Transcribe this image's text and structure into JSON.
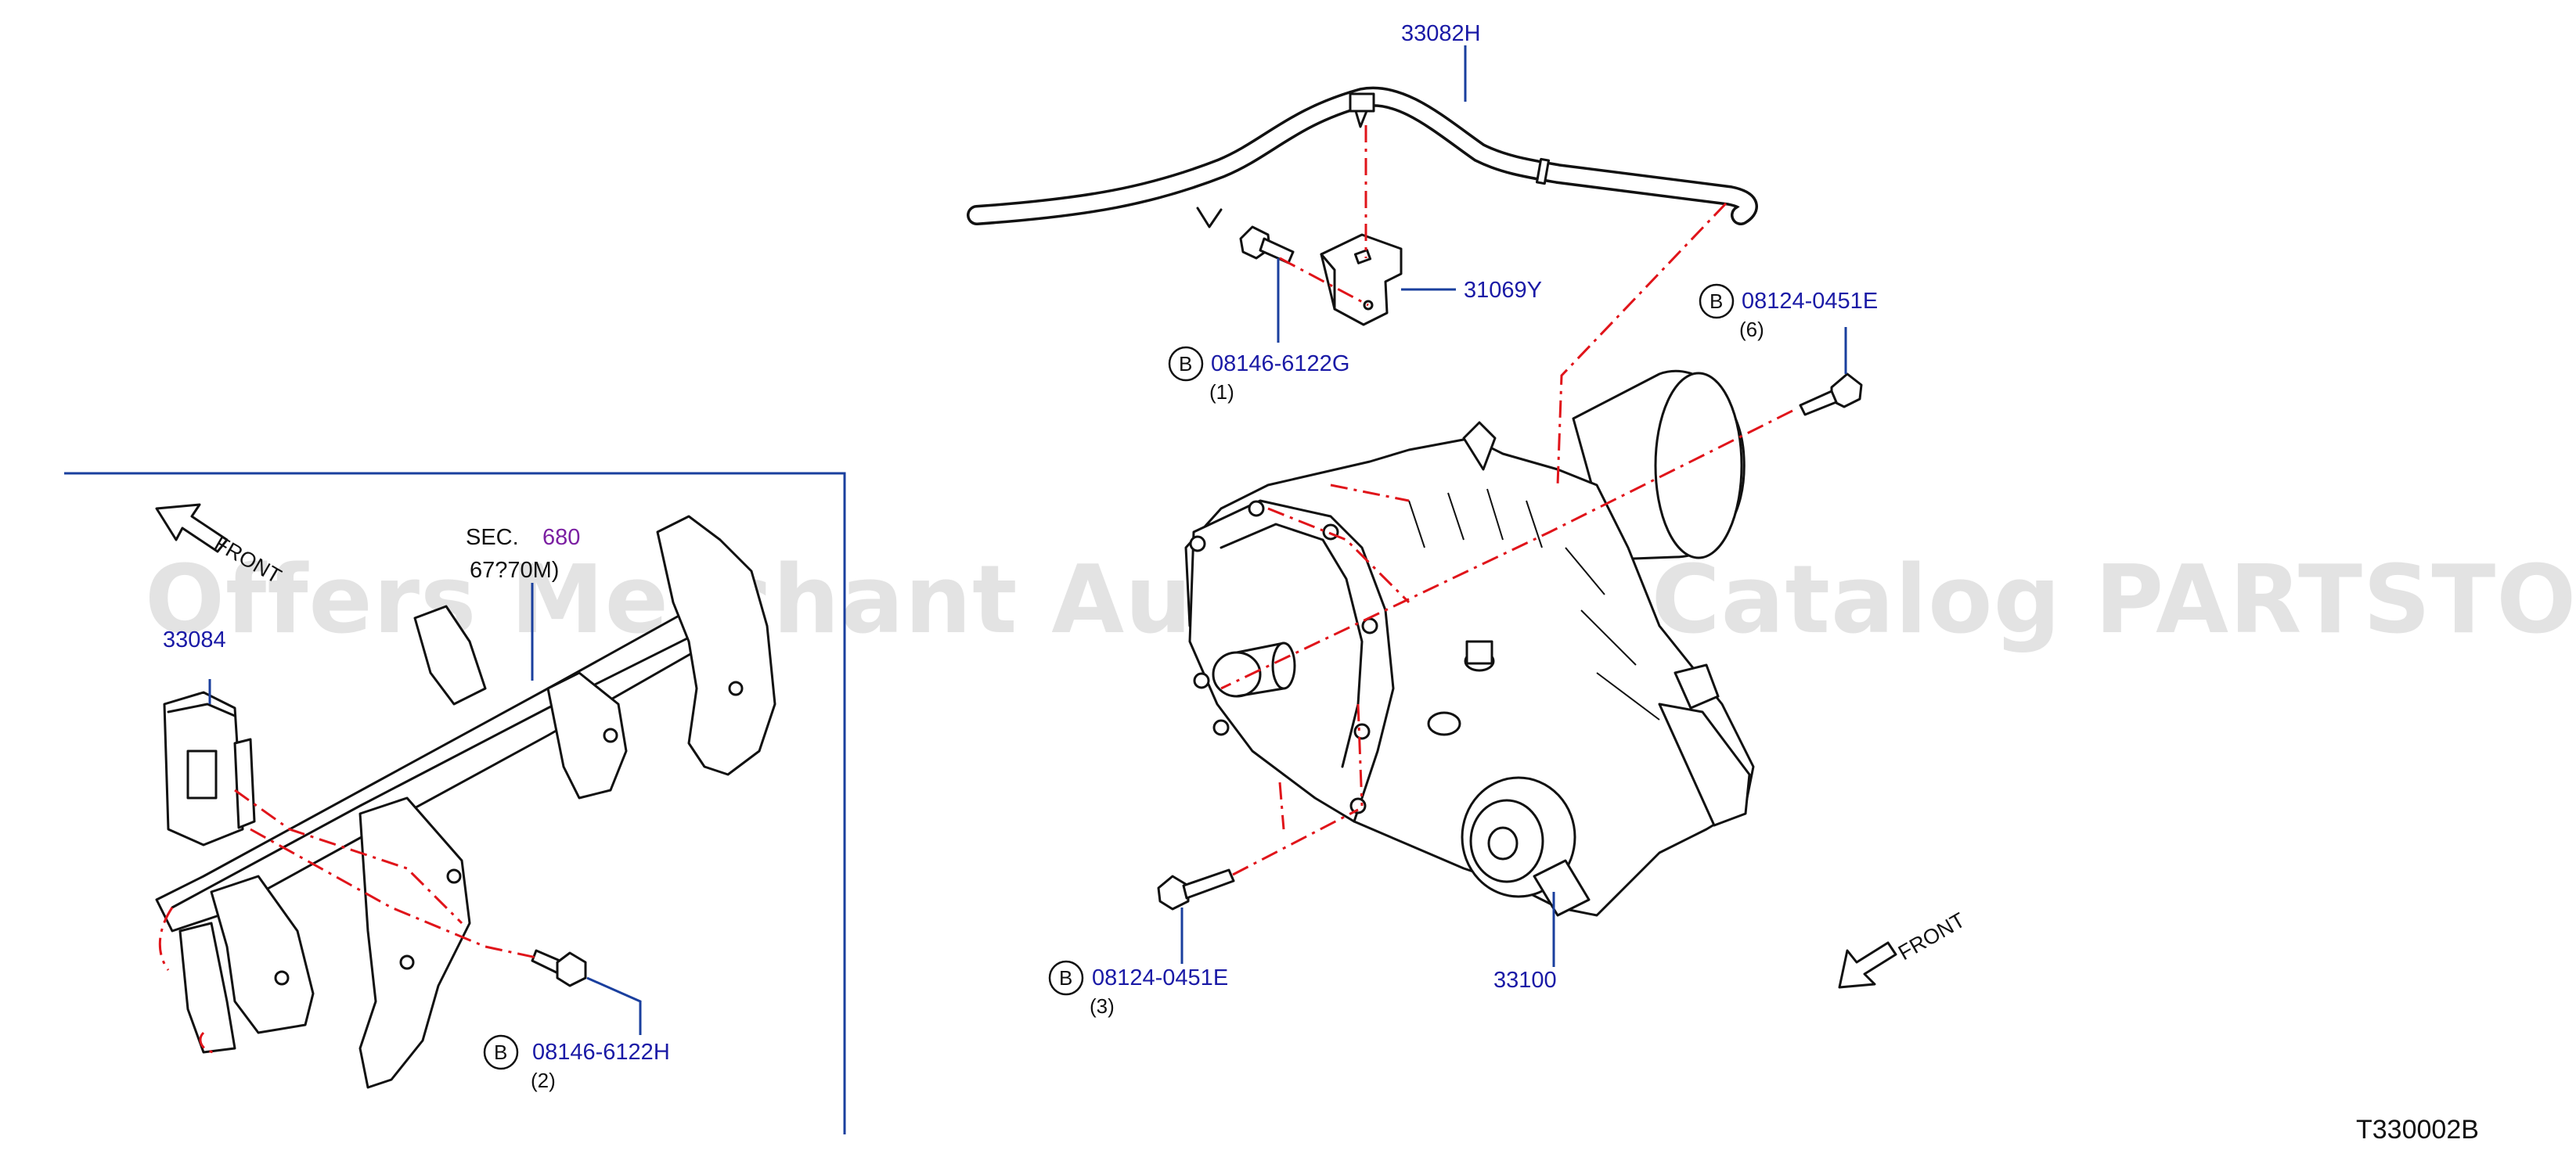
{
  "diagram": {
    "drawing_code": "T330002B",
    "watermark": "Offers Merchant Auto Parts Catalog PARTSTORE.SA",
    "front_label": "FRONT",
    "section_ref": {
      "prefix": "SEC.",
      "number": "680",
      "sub": "67?70M)"
    },
    "parts": [
      {
        "number": "33082H"
      },
      {
        "number": "31069Y"
      },
      {
        "number": "33100"
      },
      {
        "number": "33084"
      }
    ],
    "bolts": [
      {
        "symbol": "B",
        "number": "08146-6122G",
        "qty": "(1)"
      },
      {
        "symbol": "B",
        "number": "08124-0451E",
        "qty": "(6)"
      },
      {
        "symbol": "B",
        "number": "08124-0451E",
        "qty": "(3)"
      },
      {
        "symbol": "B",
        "number": "08146-6122H",
        "qty": "(2)"
      }
    ]
  }
}
